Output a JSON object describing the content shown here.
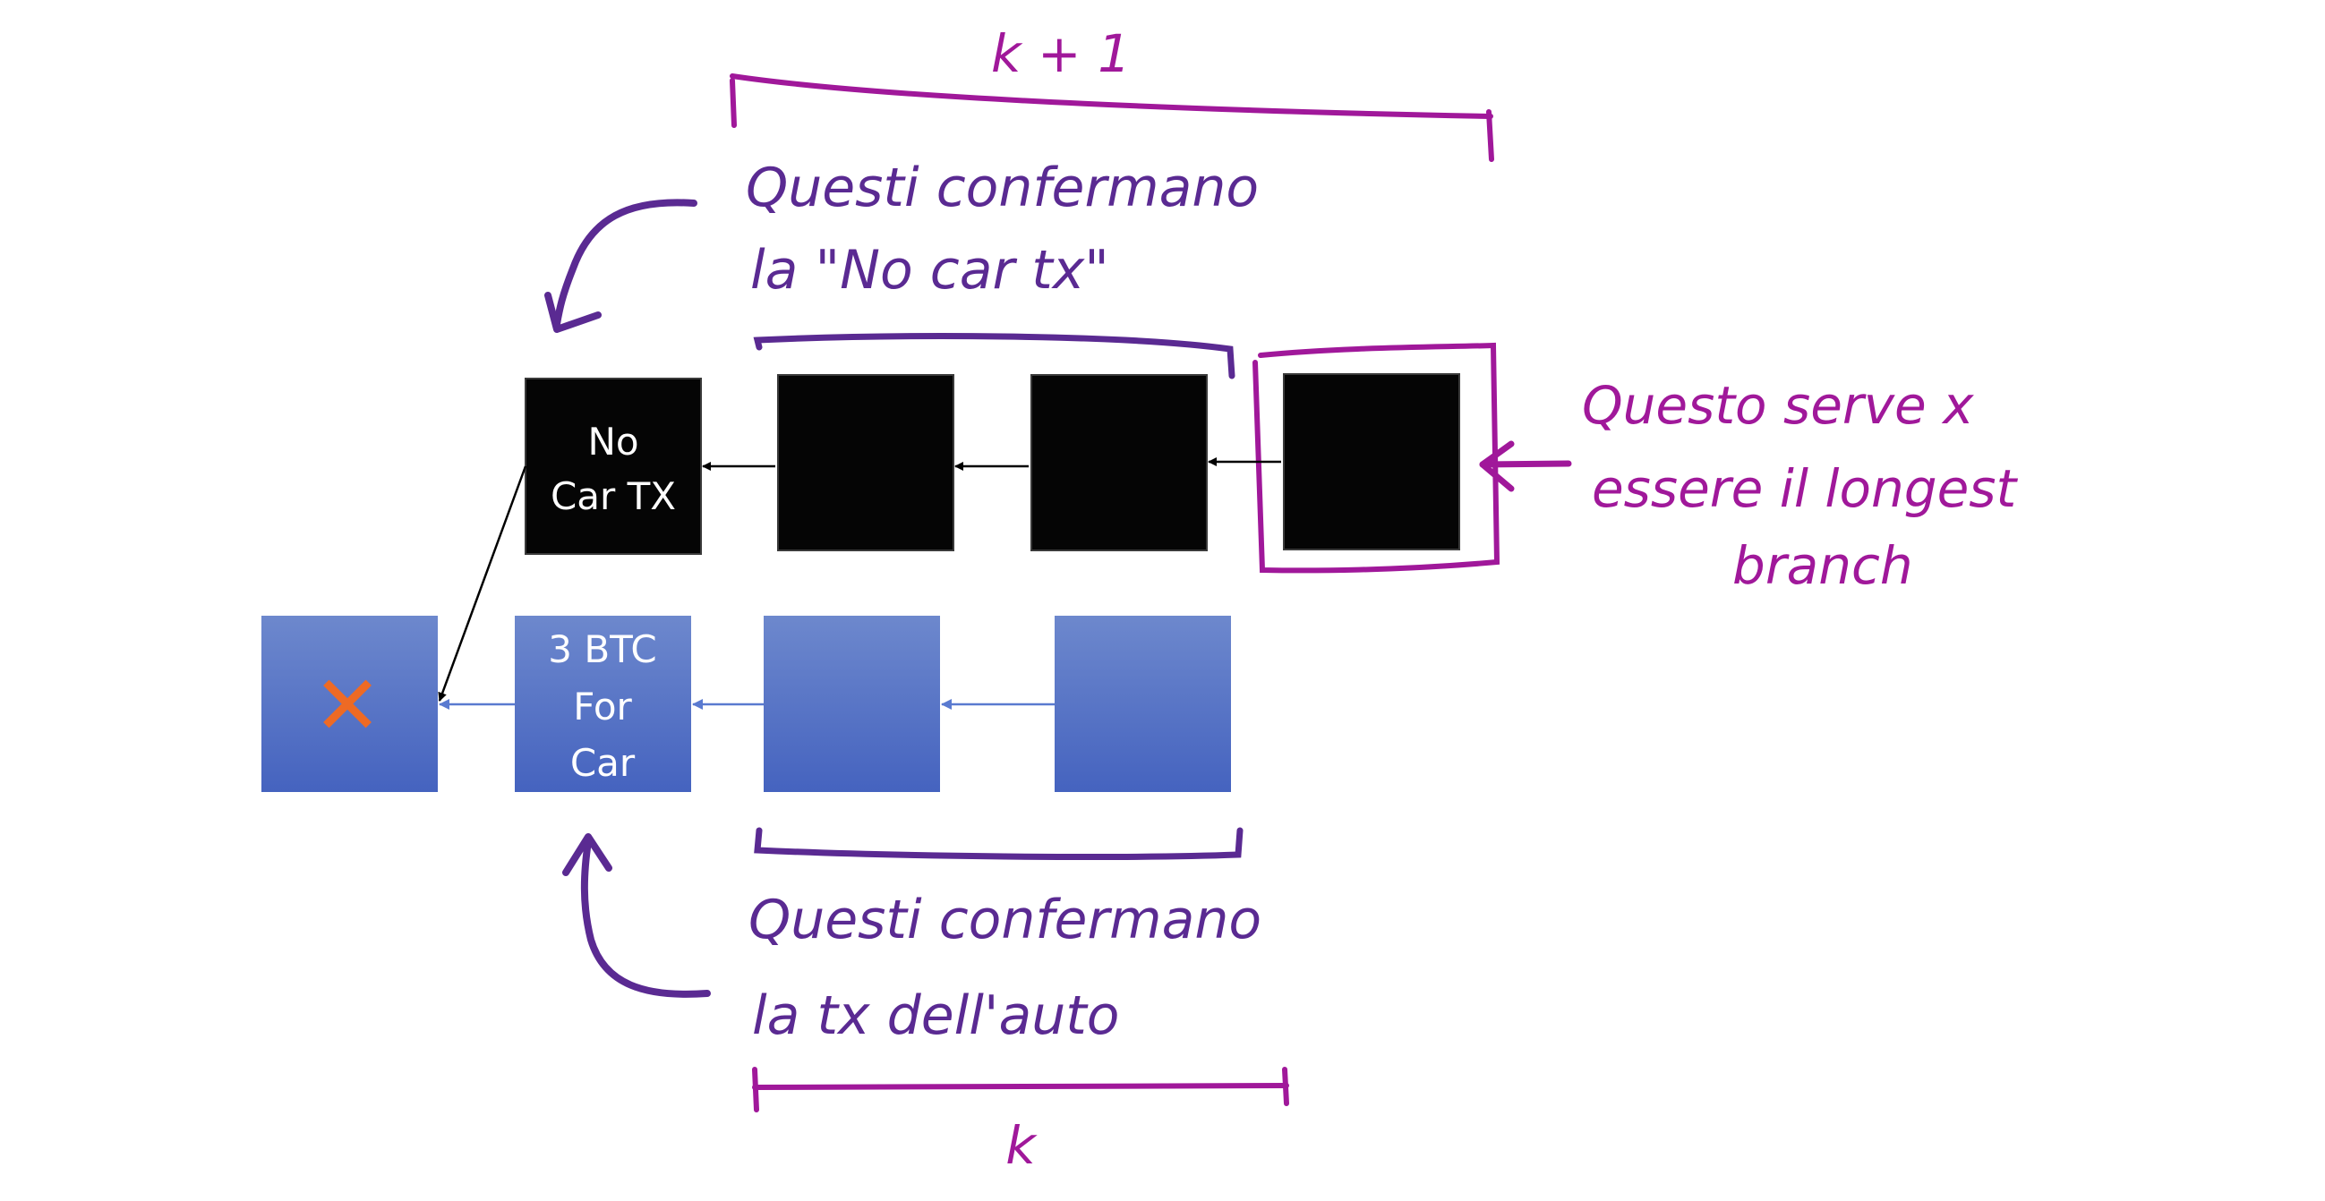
{
  "colors": {
    "black_block": "#050505",
    "blue_block_top": "#6d88cd",
    "blue_block_bottom": "#4563bf",
    "blue_arrow": "#5a7ad0",
    "purple_ink": "#5a2a92",
    "magenta_ink": "#a0189a",
    "x_mark": "#ee6a24"
  },
  "labels": {
    "k_plus_one": "k + 1",
    "k": "k",
    "questi_confermano_top_line1": "Questi confermano",
    "questi_confermano_top_line2": "la \"No car tx\"",
    "questo_serve_line1": "Questo serve x",
    "questo_serve_line2": "essere il longest",
    "questo_serve_line3": "branch",
    "questi_confermano_bottom_line1": "Questi confermano",
    "questi_confermano_bottom_line2": "la tx dell'auto"
  },
  "blocks": {
    "no_car_tx_line1": "No",
    "no_car_tx_line2": "Car TX",
    "btc_line1": "3 BTC",
    "btc_line2": "For",
    "btc_line3": "Car",
    "x_symbol": "✕"
  }
}
